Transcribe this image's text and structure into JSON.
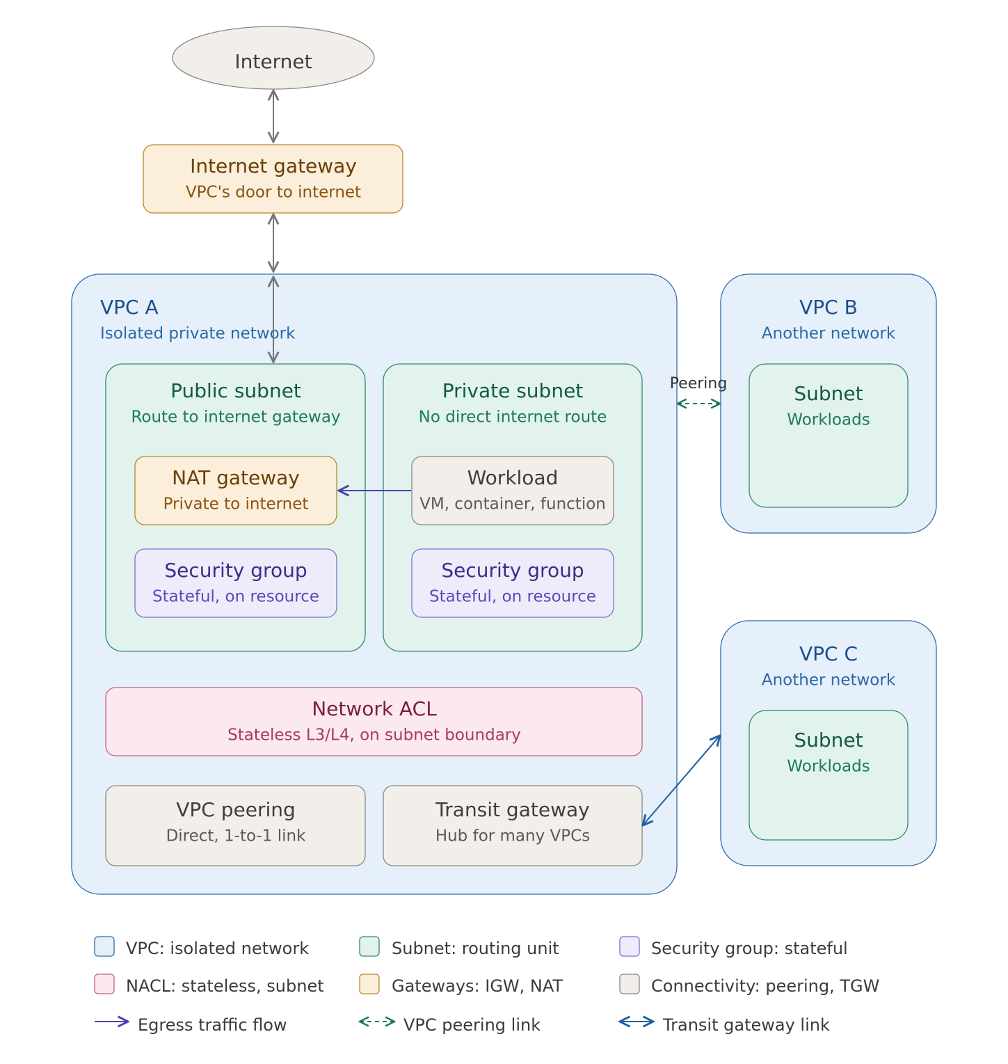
{
  "internet": {
    "label": "Internet"
  },
  "igw": {
    "title": "Internet gateway",
    "subtitle": "VPC's door to internet"
  },
  "vpc_a": {
    "title": "VPC A",
    "subtitle": "Isolated private network"
  },
  "public_subnet": {
    "title": "Public subnet",
    "subtitle": "Route to internet gateway"
  },
  "private_subnet": {
    "title": "Private subnet",
    "subtitle": "No direct internet route"
  },
  "nat": {
    "title": "NAT gateway",
    "subtitle": "Private to internet"
  },
  "workload": {
    "title": "Workload",
    "subtitle": "VM, container, function"
  },
  "sg_public": {
    "title": "Security group",
    "subtitle": "Stateful, on resource"
  },
  "sg_private": {
    "title": "Security group",
    "subtitle": "Stateful, on resource"
  },
  "nacl": {
    "title": "Network ACL",
    "subtitle": "Stateless L3/L4, on subnet boundary"
  },
  "vpc_peering": {
    "title": "VPC peering",
    "subtitle": "Direct, 1-to-1 link"
  },
  "tgw": {
    "title": "Transit gateway",
    "subtitle": "Hub for many VPCs"
  },
  "vpc_b": {
    "title": "VPC B",
    "subtitle": "Another network",
    "subnet_title": "Subnet",
    "subnet_subtitle": "Workloads"
  },
  "vpc_c": {
    "title": "VPC C",
    "subtitle": "Another network",
    "subnet_title": "Subnet",
    "subnet_subtitle": "Workloads"
  },
  "peering_label": "Peering",
  "legend": {
    "vpc": "VPC: isolated network",
    "subnet": "Subnet: routing unit",
    "sg": "Security group: stateful",
    "nacl": "NACL: stateless, subnet",
    "gateways": "Gateways: IGW, NAT",
    "connectivity": "Connectivity: peering, TGW",
    "egress": "Egress traffic flow",
    "peering_link": "VPC peering link",
    "tgw_link": "Transit gateway link"
  },
  "colors": {
    "vpc_fill": "#e6f0fa",
    "vpc_stroke": "#2f6aa6",
    "vpc_text": "#1b4f8a",
    "vpc_sub": "#2a6aa8",
    "subnet_fill": "#e1f3ec",
    "subnet_stroke": "#2f8a6a",
    "subnet_text": "#145a40",
    "gw_fill": "#fbeedb",
    "gw_stroke": "#b8862f",
    "gw_text": "#6a3f08",
    "gw_sub": "#8a5410",
    "sg_fill": "#eeecfb",
    "sg_stroke": "#7b6fd0",
    "sg_text": "#3a2f86",
    "sg_sub": "#5a49b8",
    "nacl_fill": "#fbe9ef",
    "nacl_stroke": "#c0607e",
    "nacl_text": "#7a1e3e",
    "nacl_sub": "#a83a5e",
    "conn_fill": "#f2efea",
    "conn_stroke": "#8a8680",
    "conn_text": "#3e3e3e",
    "conn_sub": "#5a5a5a",
    "egress": "#4a3fb0",
    "peering": "#1d7a5a",
    "transit": "#1f5fa0",
    "neutral_arrow": "#777777"
  }
}
